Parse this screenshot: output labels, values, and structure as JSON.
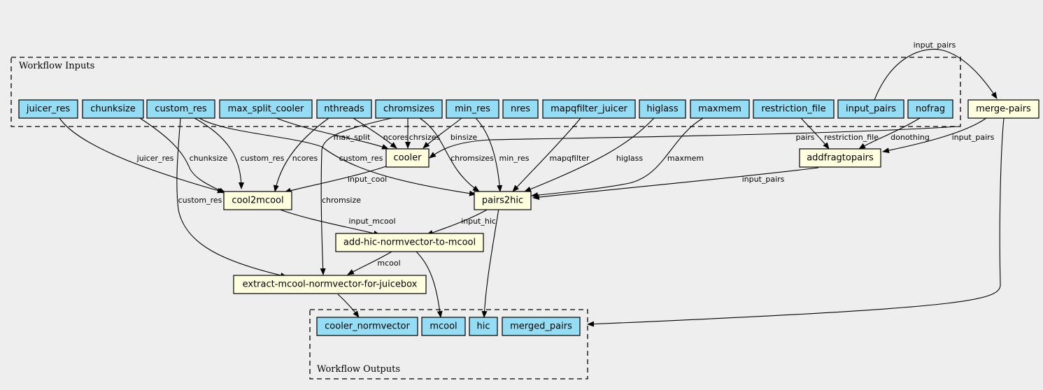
{
  "clusters": {
    "inputs": "Workflow Inputs",
    "outputs": "Workflow Outputs"
  },
  "inputs": {
    "juicer_res": "juicer_res",
    "chunksize": "chunksize",
    "custom_res": "custom_res",
    "max_split_cooler": "max_split_cooler",
    "nthreads": "nthreads",
    "chromsizes": "chromsizes",
    "min_res": "min_res",
    "nres": "nres",
    "mapqfilter_juicer": "mapqfilter_juicer",
    "higlass": "higlass",
    "maxmem": "maxmem",
    "restriction_file": "restriction_file",
    "input_pairs": "input_pairs",
    "nofrag": "nofrag"
  },
  "steps": {
    "merge_pairs": "merge-pairs",
    "cooler": "cooler",
    "addfragtopairs": "addfragtopairs",
    "cool2mcool": "cool2mcool",
    "pairs2hic": "pairs2hic",
    "add_hic_normvector": "add-hic-normvector-to-mcool",
    "extract_mcool": "extract-mcool-normvector-for-juicebox"
  },
  "outputs": {
    "cooler_normvector": "cooler_normvector",
    "mcool": "mcool",
    "hic": "hic",
    "merged_pairs": "merged_pairs"
  },
  "edge_labels": {
    "input_pairs_top": "input_pairs",
    "juicer_res": "juicer_res",
    "chunksize": "chunksize",
    "custom_res_cool2mcool": "custom_res",
    "ncores_cool2mcool": "ncores",
    "max_split": "max_split",
    "ncores_cooler": "ncores",
    "chrsizes": "chrsizes",
    "binsize": "binsize",
    "custom_res_pairs2hic": "custom_res",
    "chromsizes": "chromsizes",
    "min_res": "min_res",
    "mapqfilter": "mapqfilter",
    "higlass": "higlass",
    "maxmem": "maxmem",
    "pairs": "pairs",
    "restriction_file": "restriction_file",
    "donothing": "donothing",
    "input_pairs_addfrag": "input_pairs",
    "input_cool": "input_cool",
    "custom_res_extract": "custom_res",
    "chromsize": "chromsize",
    "input_pairs_pairs2hic": "input_pairs",
    "input_mcool": "input_mcool",
    "input_hic": "input_hic",
    "mcool": "mcool"
  },
  "colors": {
    "input_fill": "#94ddf4",
    "step_fill": "#ffffe0",
    "background": "#eeeeee"
  }
}
